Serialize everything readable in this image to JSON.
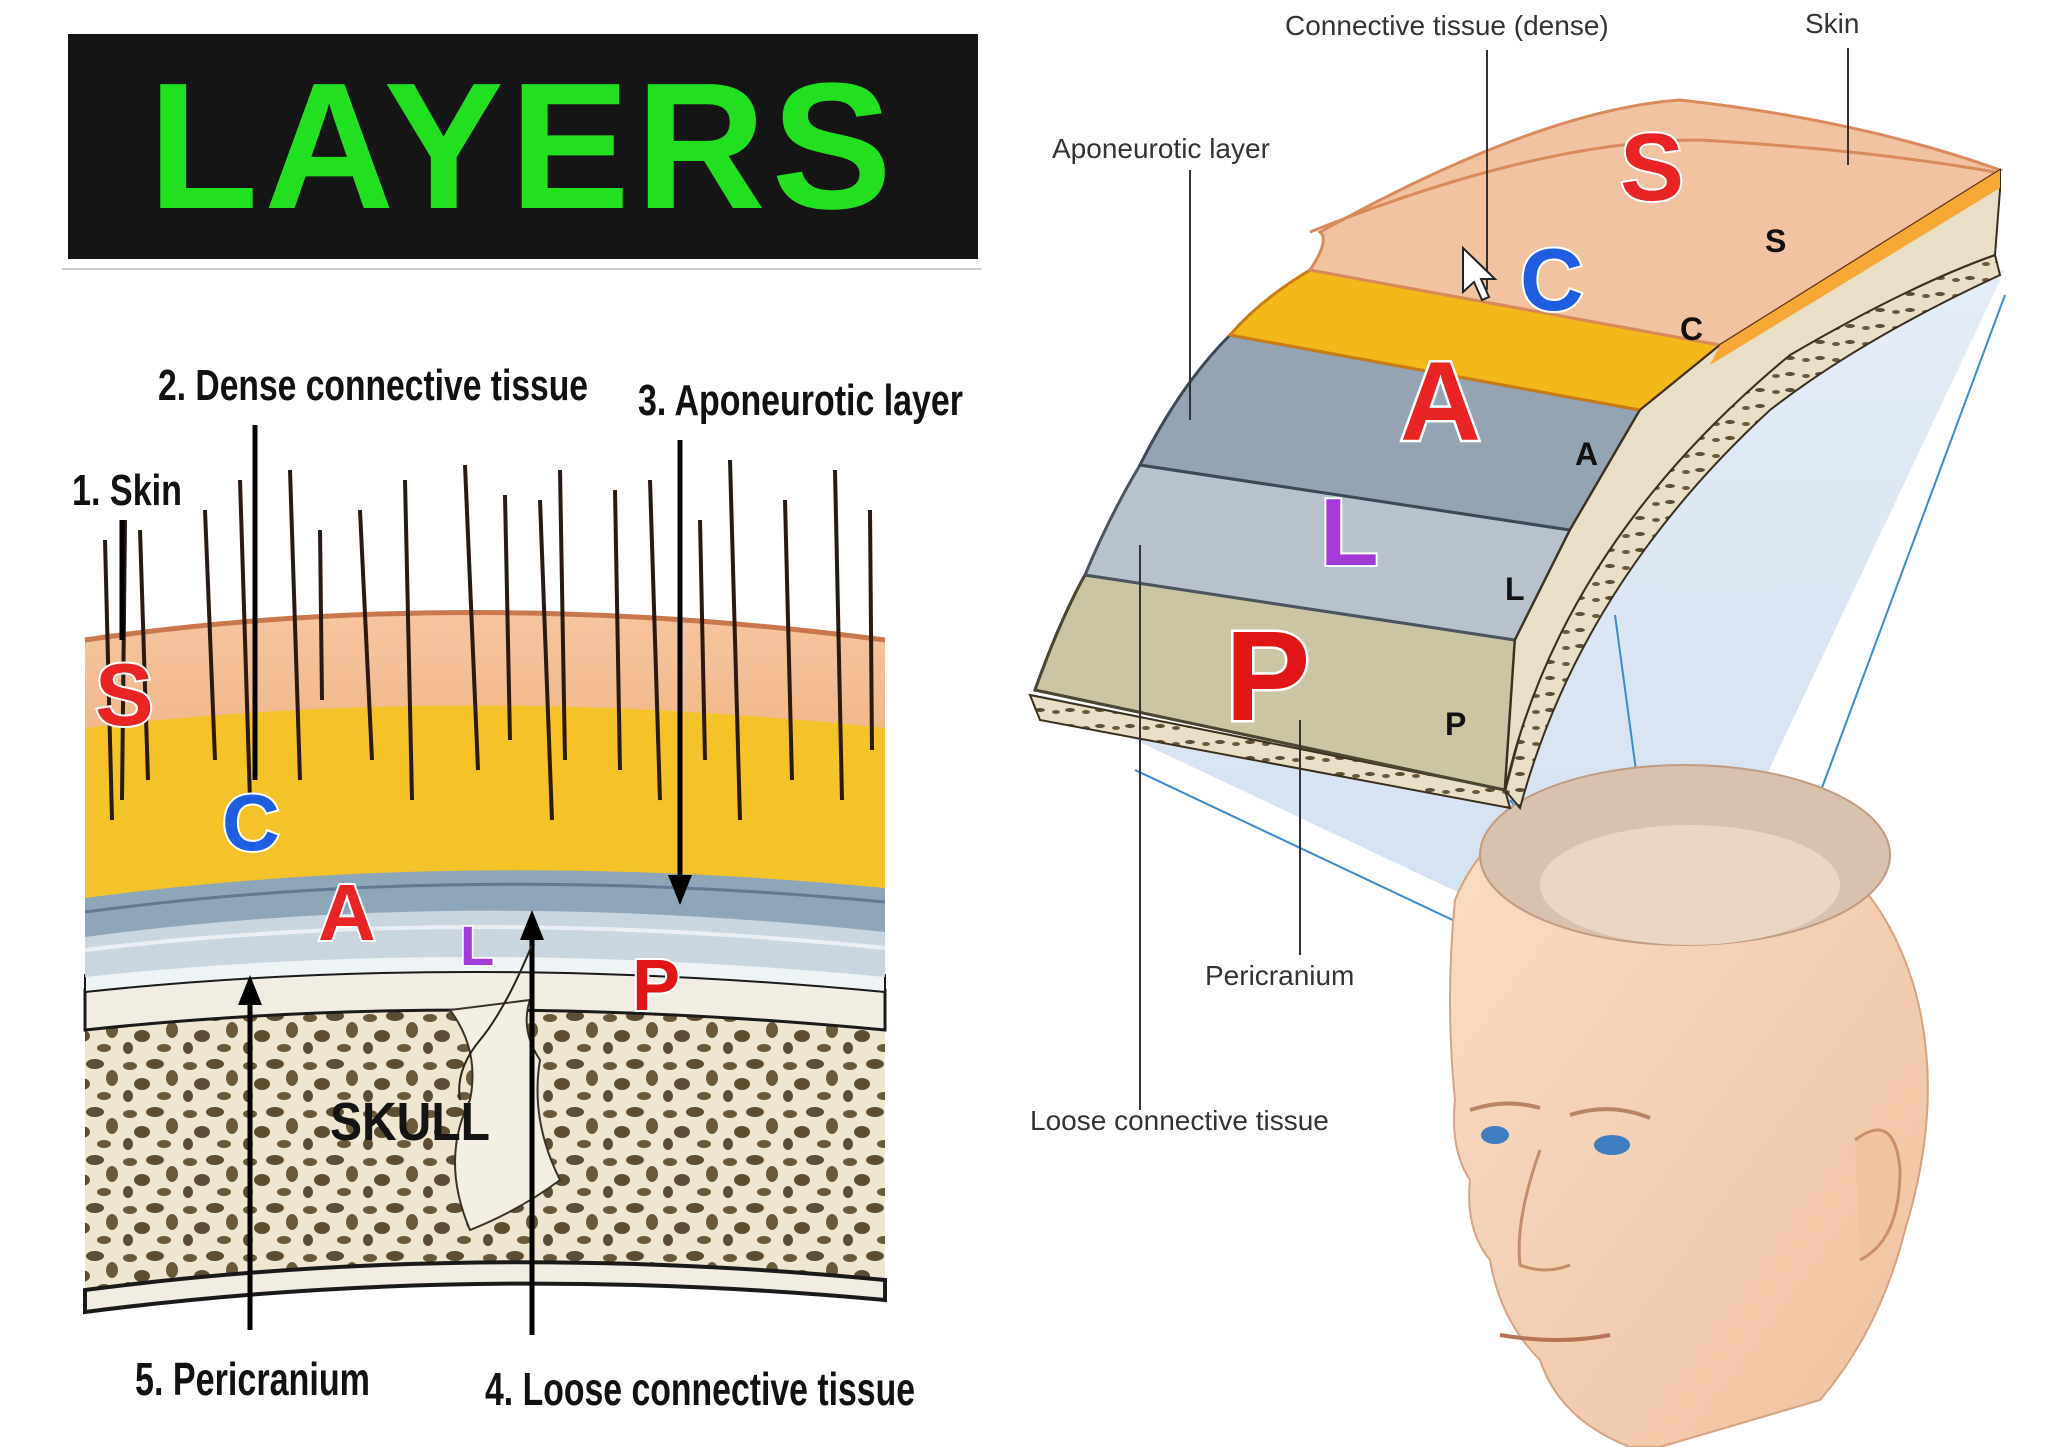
{
  "title": "LAYERS",
  "left_diagram": {
    "labels": {
      "skin": "1. Skin",
      "dense": "2. Dense connective tissue",
      "aponeurotic": "3. Aponeurotic layer",
      "loose": "4. Loose connective tissue",
      "pericranium": "5. Pericranium",
      "skull": "SKULL"
    },
    "letters": {
      "s": "S",
      "c": "C",
      "a": "A",
      "l": "L",
      "p": "P"
    }
  },
  "right_diagram": {
    "labels": {
      "connective_dense": "Connective tissue (dense)",
      "skin": "Skin",
      "aponeurotic": "Aponeurotic layer",
      "pericranium": "Pericranium",
      "loose": "Loose connective tissue"
    },
    "big_letters": {
      "s": "S",
      "c": "C",
      "a": "A",
      "l": "L",
      "p": "P"
    },
    "small_letters": {
      "s": "S",
      "c": "C",
      "a": "A",
      "l": "L",
      "p": "P"
    }
  },
  "colors": {
    "title_bg": "#151515",
    "title_text": "#22e01f",
    "letter_s": "#e82424",
    "letter_c": "#1f5ee0",
    "letter_a": "#e82424",
    "letter_l": "#a43ad8",
    "letter_p": "#e01616",
    "skin": "#f3c49f",
    "dense": "#f3c222",
    "aponeurotic": "#8fa3b5",
    "loose": "#b8c4cf",
    "pericranium": "#c9c3a2"
  }
}
